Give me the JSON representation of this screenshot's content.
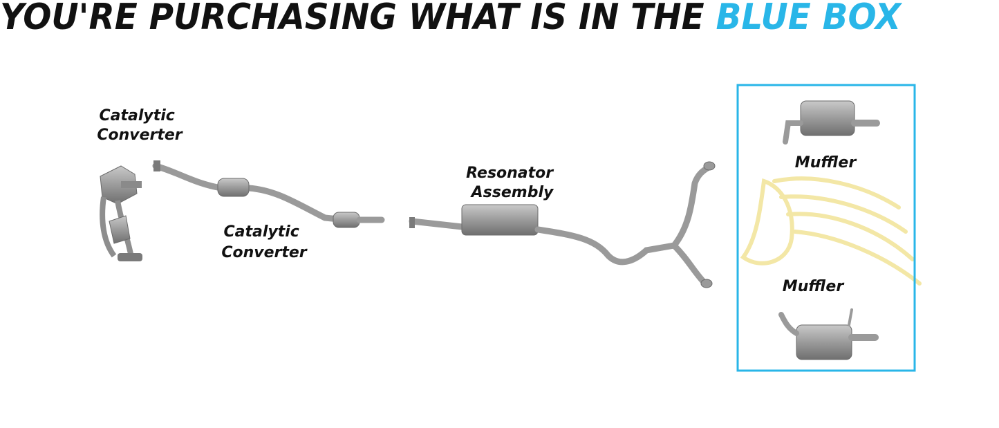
{
  "headline": {
    "prefix": "YOU'RE PURCHASING WHAT IS IN THE",
    "highlight": "BLUE BOX"
  },
  "colors": {
    "accent": "#29b6e8",
    "text": "#111111",
    "part": "#9a9a9a",
    "part_dark": "#7a7a7a",
    "watermark": "#f3e7a6"
  },
  "labels": {
    "cat_converter_1": [
      "Catalytic",
      "Converter"
    ],
    "cat_converter_2": [
      "Catalytic",
      "Converter"
    ],
    "resonator": [
      "Resonator",
      "Assembly"
    ],
    "muffler_top": "Muffler",
    "muffler_bottom": "Muffler"
  }
}
